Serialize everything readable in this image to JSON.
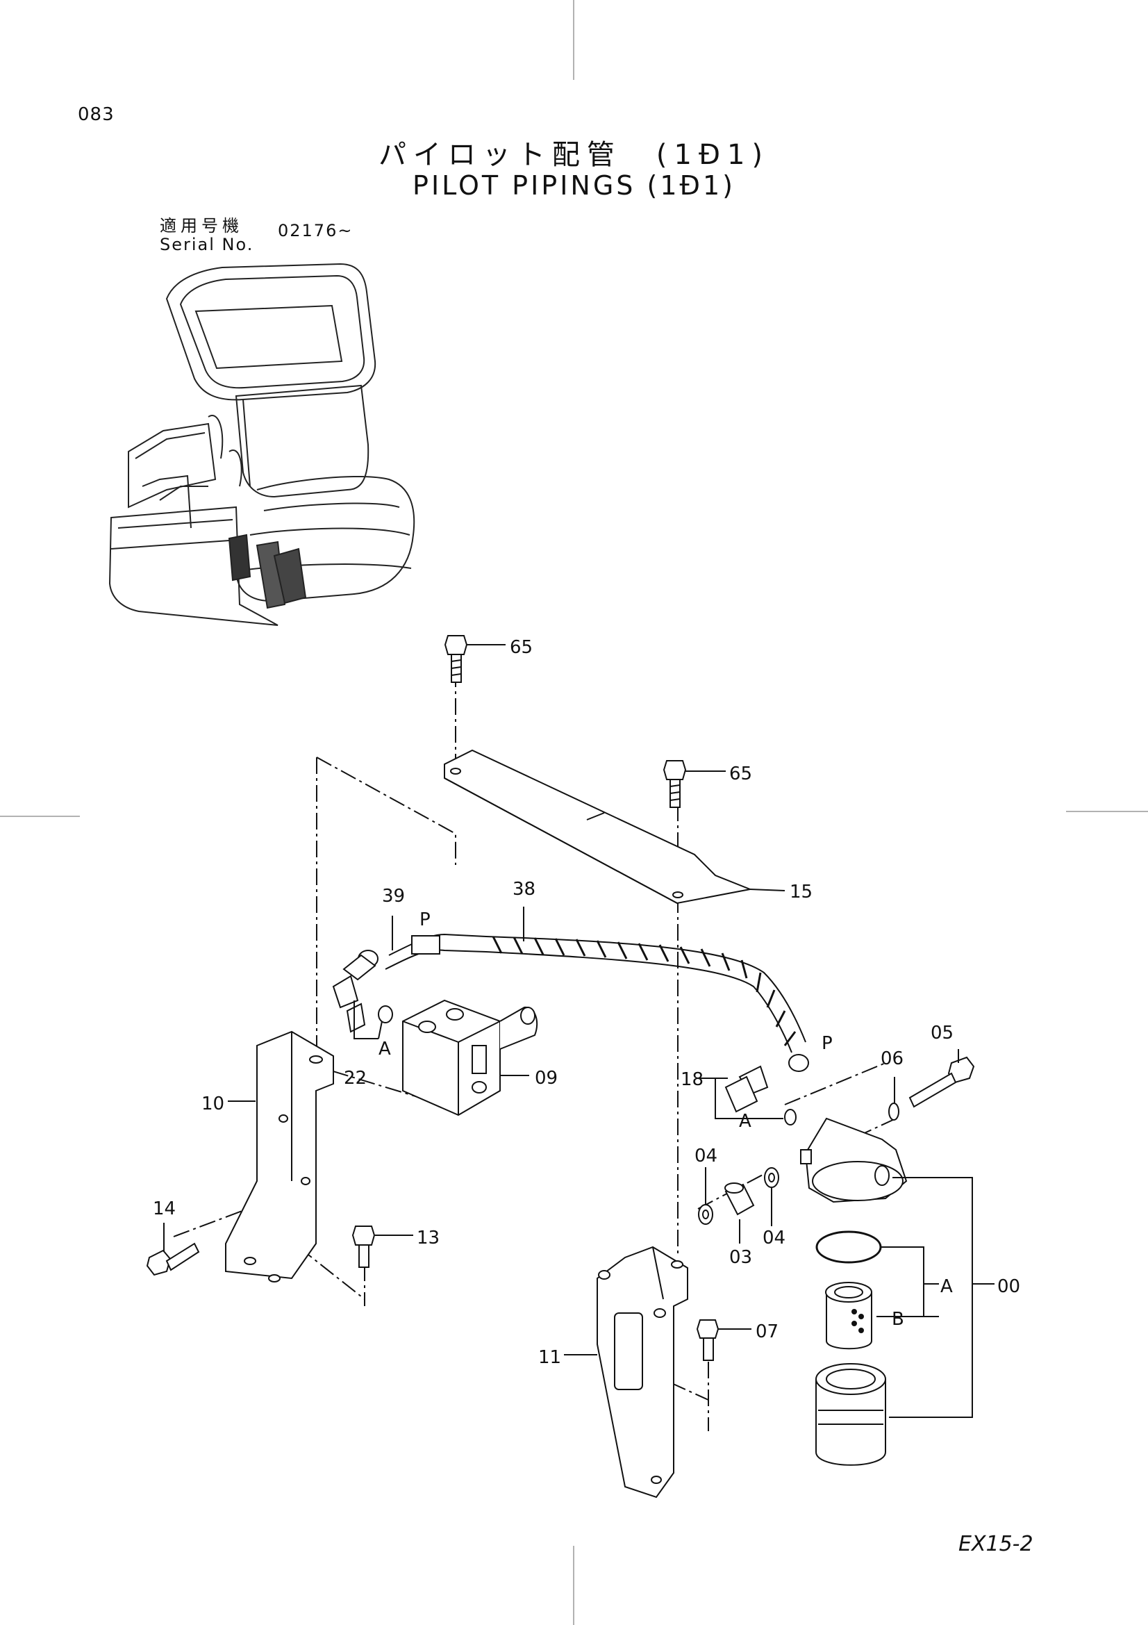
{
  "header": {
    "page_number": "083",
    "title_jp": "パイロット配管　(1Ð1)",
    "title_en": "PILOT PIPINGS (1Ð1)"
  },
  "serial": {
    "label_jp": "適用号機",
    "label_en": "Serial No.",
    "value": "02176~"
  },
  "callouts": {
    "c65a": "65",
    "c65b": "65",
    "c15": "15",
    "c39": "39",
    "c38": "38",
    "pA": "P",
    "pB": "P",
    "c05": "05",
    "c06": "06",
    "c18": "18",
    "aLeft": "A",
    "aRight": "A",
    "c22": "22",
    "c09": "09",
    "c10": "10",
    "c04a": "04",
    "c04b": "04",
    "c03": "03",
    "c14": "14",
    "c13": "13",
    "c07": "07",
    "c11": "11",
    "aGroup": "A",
    "bGroup": "B",
    "c00": "00"
  },
  "footer": {
    "code": "EX15-2"
  }
}
